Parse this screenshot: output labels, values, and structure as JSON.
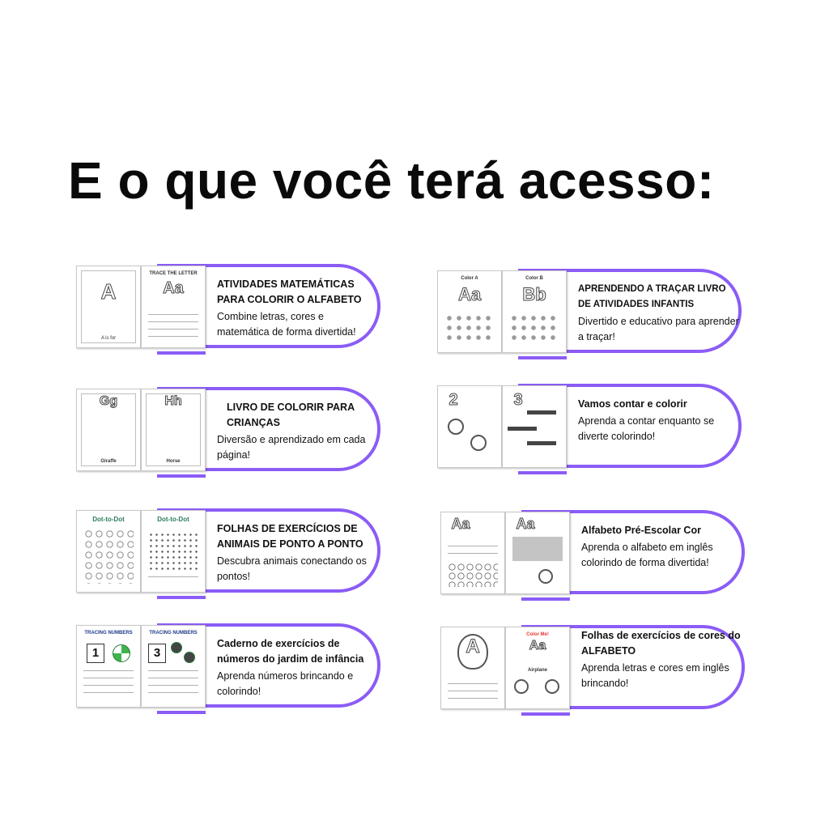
{
  "headline": "E o que você terá acesso:",
  "colors": {
    "accent": "#8b5cf6"
  },
  "products": [
    {
      "title": "ATIVIDADES MATEMÁTICAS PARA COLORIR O ALFABETO",
      "description": "Combine letras, cores e matemática de forma divertida!",
      "left_page": {
        "big": "A",
        "caption": "A is for"
      },
      "right_page": {
        "head": "TRACE THE LETTER",
        "big": "Aa"
      }
    },
    {
      "title": "APRENDENDO A TRAÇAR LIVRO DE ATIVIDADES INFANTIS",
      "description": "Divertido e educativo para aprender a traçar!",
      "left_page": {
        "head": "Color A",
        "big": "Aa"
      },
      "right_page": {
        "head": "Color B",
        "big": "Bb"
      }
    },
    {
      "title": "LIVRO DE COLORIR PARA CRIANÇAS",
      "description": "Diversão e aprendizado em cada página!",
      "left_page": {
        "big": "Gg",
        "caption": "Giraffe"
      },
      "right_page": {
        "big": "Hh",
        "caption": "Horse"
      }
    },
    {
      "title": "Vamos contar e colorir",
      "description": "Aprenda a contar enquanto se diverte colorindo!",
      "left_page": {
        "big": "2"
      },
      "right_page": {
        "big": "3"
      }
    },
    {
      "title": "FOLHAS DE EXERCÍCIOS DE ANIMAIS DE PONTO A PONTO",
      "description": "Descubra animais conectando os pontos!",
      "left_page": {
        "head": "Dot-to-Dot"
      },
      "right_page": {
        "head": "Dot-to-Dot"
      }
    },
    {
      "title": "Alfabeto Pré-Escolar Cor",
      "description": "Aprenda o alfabeto em inglês colorindo de forma divertida!",
      "left_page": {
        "big": "Aa"
      },
      "right_page": {
        "big": "Aa"
      }
    },
    {
      "title": "Caderno de exercícios de números do jardim de infância",
      "description": "Aprenda números brincando e colorindo!",
      "left_page": {
        "head": "TRACING NUMBERS",
        "number": "1"
      },
      "right_page": {
        "head": "TRACING NUMBERS",
        "number": "3"
      }
    },
    {
      "title": "Folhas de exercícios de cores do ALFABETO",
      "description": "Aprenda letras e cores em inglês brincando!",
      "left_page": {
        "big": "A"
      },
      "right_page": {
        "head": "Color Me!",
        "big": "Aa",
        "caption": "Airplane"
      }
    }
  ]
}
